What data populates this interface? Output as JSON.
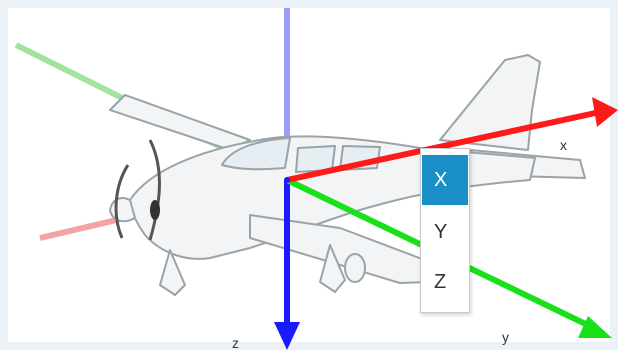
{
  "viewer": {
    "axis_labels": {
      "x": "x",
      "y": "y",
      "z": "z"
    },
    "colors": {
      "x_axis": "#ff1a1a",
      "y_axis": "#19e019",
      "z_axis": "#1a1aff",
      "menu_selected": "#1a8fc7"
    }
  },
  "axis_menu": {
    "selected": "X",
    "items": [
      {
        "label": "X",
        "selected": true
      },
      {
        "label": "Y",
        "selected": false
      },
      {
        "label": "Z",
        "selected": false
      }
    ]
  }
}
